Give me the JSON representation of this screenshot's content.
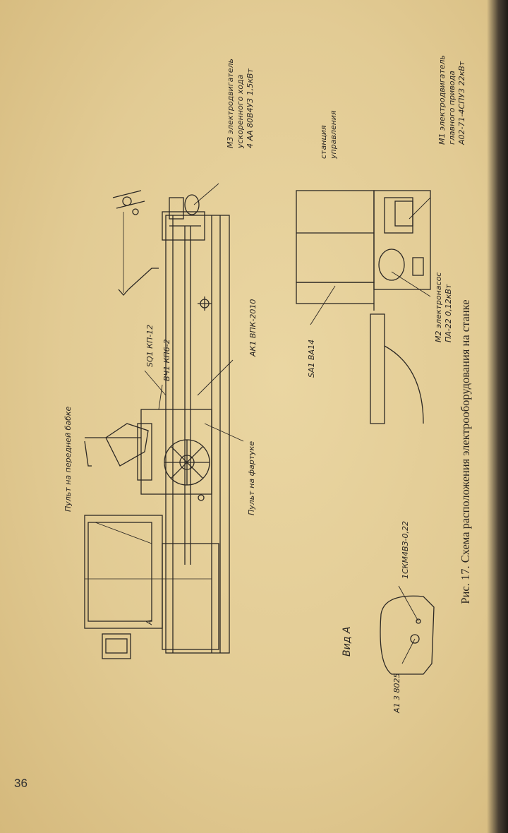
{
  "page": {
    "number": "36"
  },
  "caption": "Рис. 17. Схема расположения электрооборудования на станке",
  "labels": {
    "motor_m3": [
      "М3 электродвигатель",
      "ускоренного хода",
      "4 АА 80В4У3 1,5кВт"
    ],
    "motor_m1": [
      "М1 электродвигатель",
      "главного привода",
      "А02-71-4СПУ3 22кВт"
    ],
    "motor_m2": [
      "М2 электронасос",
      "ПА-22 0,12кВт"
    ],
    "station": [
      "станция",
      "управления"
    ],
    "remote_front": "Пульт на передней бабке",
    "remote_apron": "Пульт на фартуке",
    "sq1": "SQ1 КП-12",
    "sq2": "ВЧ1 КП6-2",
    "sq3": "АК1 ВПК-2010",
    "sa1": "SA1 ВА14",
    "view_a": "Вид А",
    "a_mark": "А",
    "lamp": "1СКМ4ВЗ-0,22",
    "a1": "А1 3 8025"
  }
}
